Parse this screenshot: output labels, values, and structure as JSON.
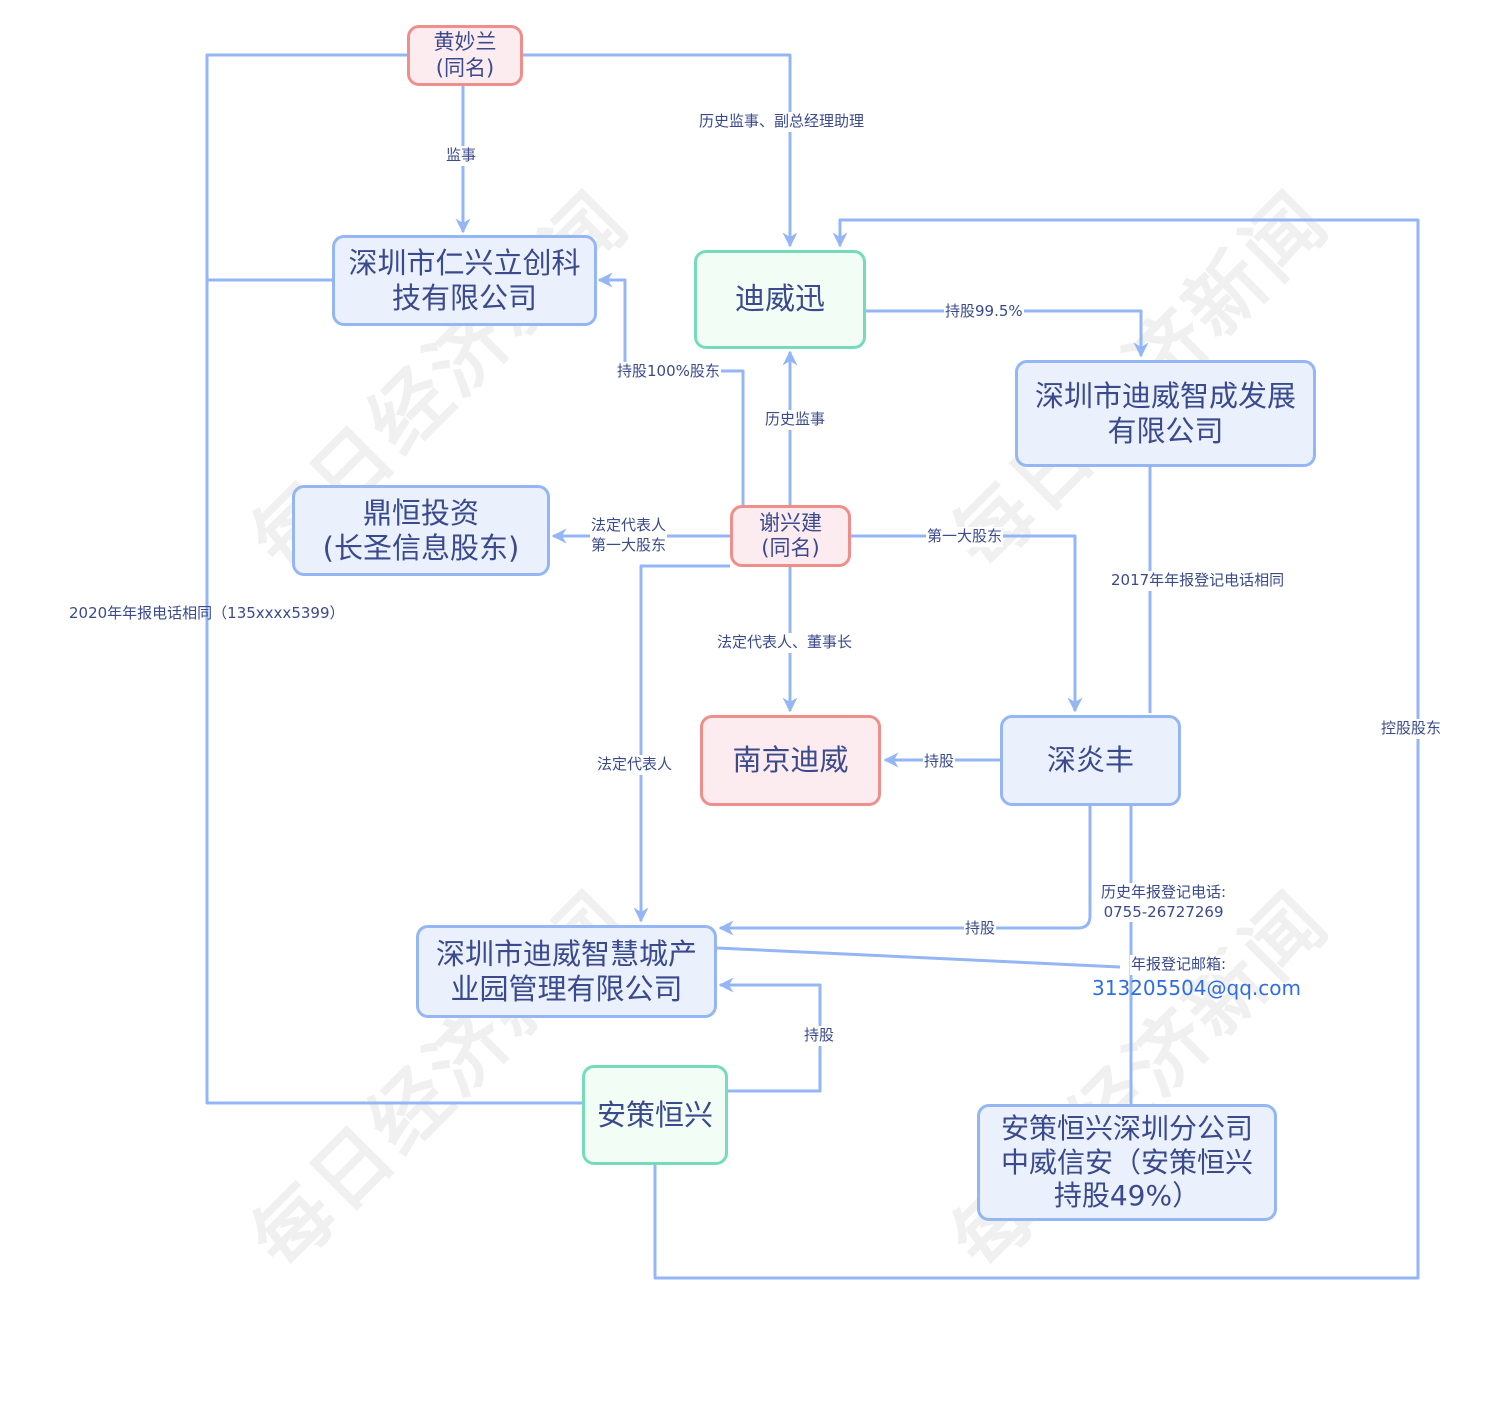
{
  "colors": {
    "edge": "#94b6f5",
    "text": "#3a4a8c",
    "email": "#2f6ee0",
    "company_fill": "#eaf1fd",
    "company_border": "#94b6f5",
    "person_fill": "#fdecef",
    "person_border": "#ee8f8c",
    "key_fill": "#f2fdf6",
    "key_border": "#74dcb8"
  },
  "watermark": "每日经济新闻",
  "nodes": {
    "huang_miaolan": "黄妙兰\n(同名)",
    "renxing_lichuang": "深圳市仁兴立创科\n技有限公司",
    "diweixun": "迪威迅",
    "diwei_zhicheng": "深圳市迪威智成发展\n有限公司",
    "dingheng": "鼎恒投资\n(长圣信息股东)",
    "xie_xingjian": "谢兴建\n(同名)",
    "nanjing_diwei": "南京迪威",
    "shenyanfeng": "深炎丰",
    "diwei_smartcity": "深圳市迪威智慧城产\n业园管理有限公司",
    "ance_hengxing": "安策恒兴",
    "ance_shenzhen_branch": "安策恒兴深圳分公司\n中威信安（安策恒兴\n持股49%）"
  },
  "edge_labels": {
    "supervisor": "监事",
    "hist_supervisor_assistant": "历史监事、副总经理助理",
    "holding_995": "持股99.5%",
    "holding_100": "持股100%股东",
    "hist_supervisor": "历史监事",
    "legal_rep_top_shareholder": "法定代表人\n第一大股东",
    "top_shareholder": "第一大股东",
    "phone_2017": "2017年年报登记电话相同",
    "phone_2020": "2020年年报电话相同（135xxxx5399）",
    "legal_rep_chairman": "法定代表人、董事长",
    "legal_rep": "法定代表人",
    "holding_nanjing": "持股",
    "controlling_shareholder": "控股股东",
    "hist_phone": "历史年报登记电话:\n0755-26727269",
    "holding_smartcity": "持股",
    "email_label": "年报登记邮箱:",
    "email_value": "313205504@qq.com",
    "holding_ance": "持股"
  }
}
